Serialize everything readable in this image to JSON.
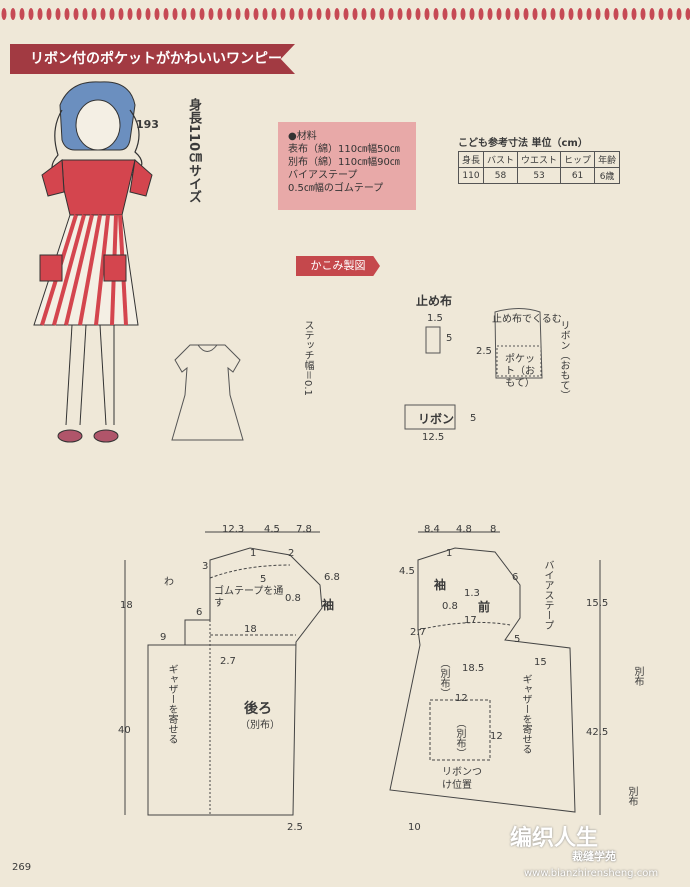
{
  "header": {
    "title": "リボン付のポケットがかわいいワンピース"
  },
  "model": {
    "code": "193",
    "size_label": "身長110㎝サイズ"
  },
  "materials": {
    "heading": "●材料",
    "lines": [
      "表布（綿）110㎝幅50㎝",
      "別布（綿）110㎝幅90㎝",
      "バイアステープ",
      "0.5㎝幅のゴムテープ"
    ]
  },
  "size_table": {
    "caption": "こども参考寸法 単位（cm）",
    "headers": [
      "身長",
      "バスト",
      "ウエスト",
      "ヒップ",
      "年齢"
    ],
    "values": [
      "110",
      "58",
      "53",
      "61",
      "6歳"
    ]
  },
  "assembly": {
    "label": "かこみ製図"
  },
  "stitch": {
    "label": "ステッチ幅＝0.1"
  },
  "tab_piece": {
    "title": "止め布",
    "w": "1.5",
    "h": "5"
  },
  "pocket": {
    "note1": "止め布でくるむ",
    "label": "ポケット（おもて）",
    "side": "リボン（おもて）",
    "dim": "2.5"
  },
  "ribbon": {
    "label": "リボン",
    "w": "12.5",
    "h": "5"
  },
  "back": {
    "top1": "12.3",
    "top2": "4.5",
    "top3": "7.8",
    "label": "後ろ",
    "sub": "（別布）",
    "gather": "ギャザーを寄せる",
    "elastic": "ゴムテープを通す",
    "sleeve": "袖",
    "wa": "わ",
    "n3": "3",
    "n1": "1",
    "n2": "2",
    "n5": "5",
    "n68": "6.8",
    "n08": "0.8",
    "n18a": "18",
    "n6": "6",
    "n18b": "18",
    "n9": "9",
    "n27": "2.7",
    "n40": "40",
    "n25": "2.5"
  },
  "front": {
    "top1": "8.4",
    "top2": "4.8",
    "top3": "8",
    "label": "前",
    "sleeve": "袖",
    "bias": "バイアステープ",
    "n45": "4.5",
    "n1": "1",
    "n13": "1.3",
    "n6": "6",
    "n08": "0.8",
    "n27": "2.7",
    "n17": "17",
    "n5": "5",
    "n185": "18.5",
    "n15": "15",
    "n12a": "12",
    "n12b": "12",
    "sub": "（別布）",
    "pocket_sub": "（別布）",
    "gather": "ギャザーを寄せる",
    "ribbon_pos": "リボンつけ位置",
    "n155": "15.5",
    "n425": "42.5",
    "n10": "10",
    "bs1": "別布",
    "bs2": "別布"
  },
  "page": {
    "number": "269"
  },
  "watermark": {
    "main": "编织人生",
    "sub": "裁缝学苑",
    "url": "www.bianzhirensheng.com"
  }
}
